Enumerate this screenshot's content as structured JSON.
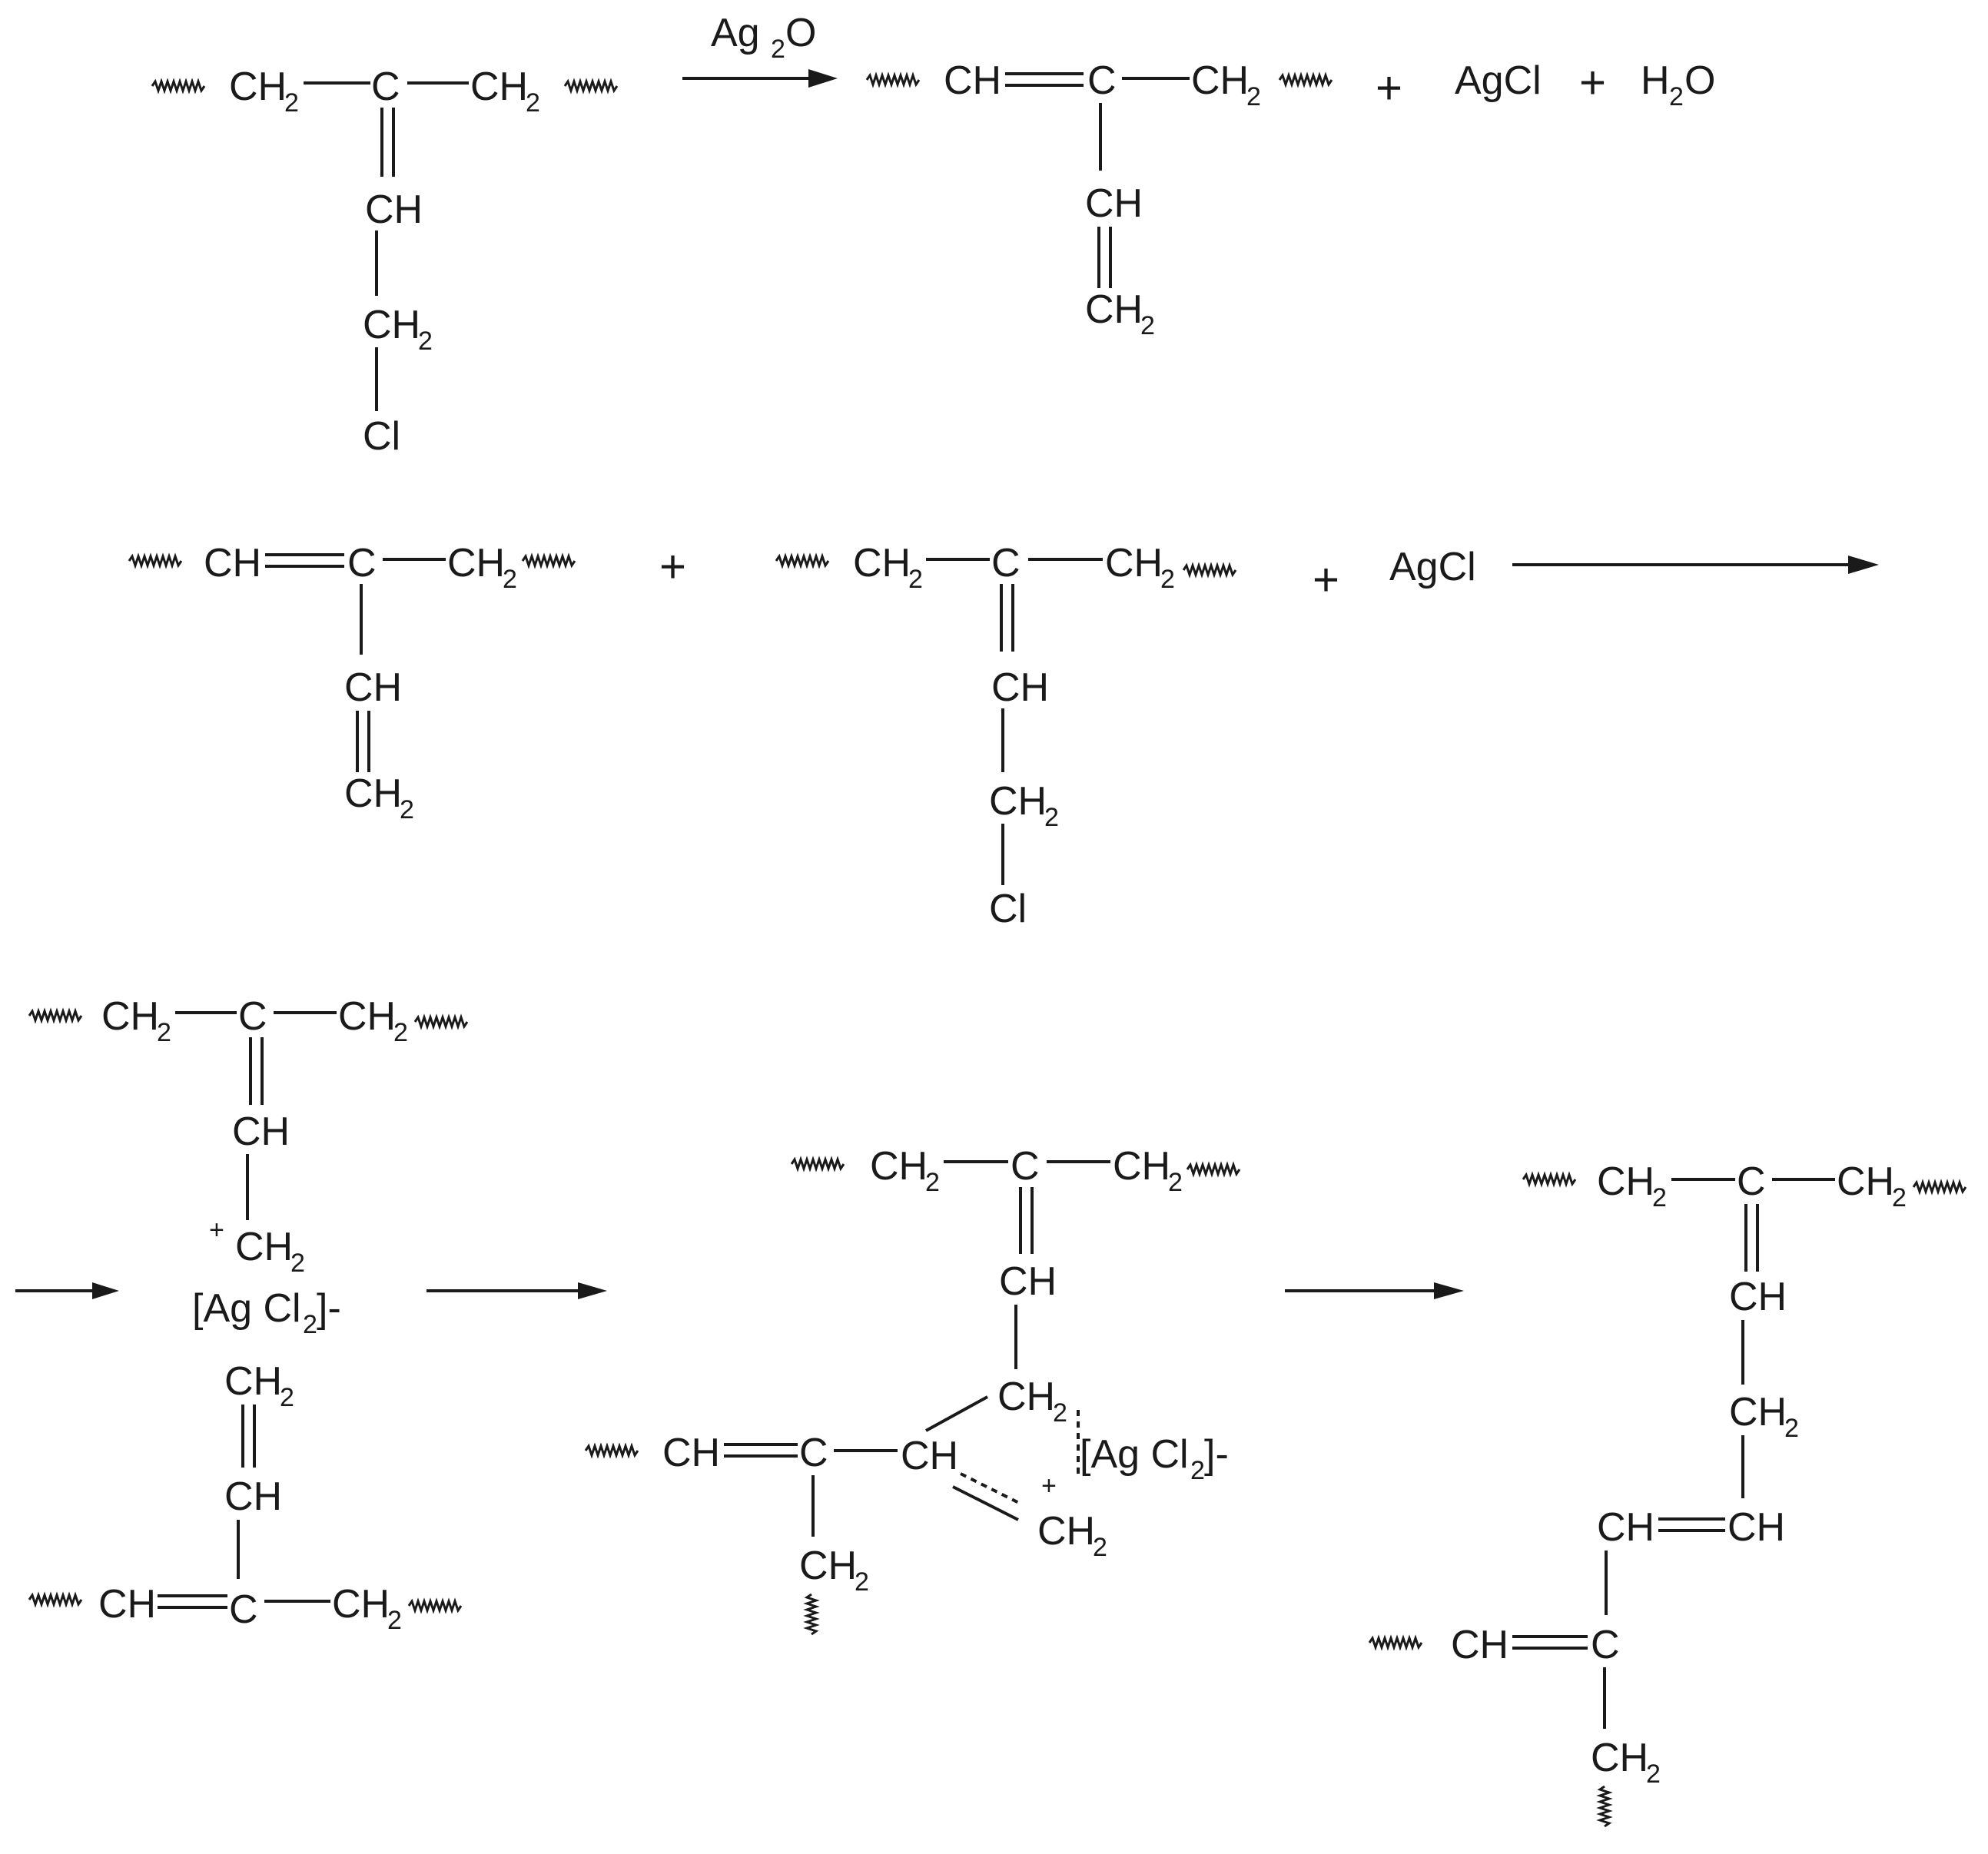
{
  "labels": {
    "ch": "CH",
    "ch2": "CH",
    "c": "C",
    "cl": "Cl",
    "sub2": "2",
    "plus": "+",
    "agcl": "AgCl",
    "h2o_h": "H",
    "h2o_o": "O",
    "ag2o_ag": "Ag",
    "ag2o_o": "O",
    "agcl2_open": "[Ag Cl",
    "agcl2_close": "]-",
    "cation": "+"
  },
  "colors": {
    "ink": "#1a1a1a",
    "background": "#ffffff"
  }
}
